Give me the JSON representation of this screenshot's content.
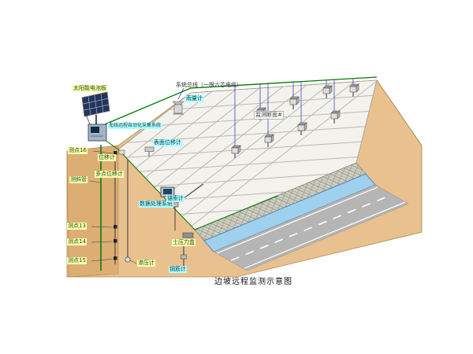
{
  "caption": "边坡远程监测示意图",
  "labels": {
    "solar_panel": "太阳能电池板",
    "system_bus": "系统总线（一根六芯电缆）",
    "rain_gauge": "雨量计",
    "monitoring_section": "监测断面#",
    "wireless_system": "无线远程自动化采集系统",
    "surface_displacement_meter": "表面位移计",
    "displacement_meter": "位移计",
    "point_16": "测点16",
    "inclinometer_pipe": "测斜管",
    "multipoint_displacement_meter": "多点位移计",
    "data_processing_system": "数据处理系统",
    "anchor_cable_meter": "锚索计",
    "point_13": "测点13",
    "point_14": "测点14",
    "point_15": "测点15",
    "earth_pressure_cell": "土压力盒",
    "piezometer": "渗压计",
    "rebar_meter": "钢筋计"
  },
  "colors": {
    "ground": "#e9c18e",
    "ground_side": "#dcae74",
    "slope_surface": "#f3f2ec",
    "grid_line": "#b9b9b2",
    "road": "#b5b5b5",
    "channel": "#9fd0ee",
    "wall": "#cfcfc2",
    "wire_green": "#007a00",
    "wire_blue": "#2233bb"
  }
}
